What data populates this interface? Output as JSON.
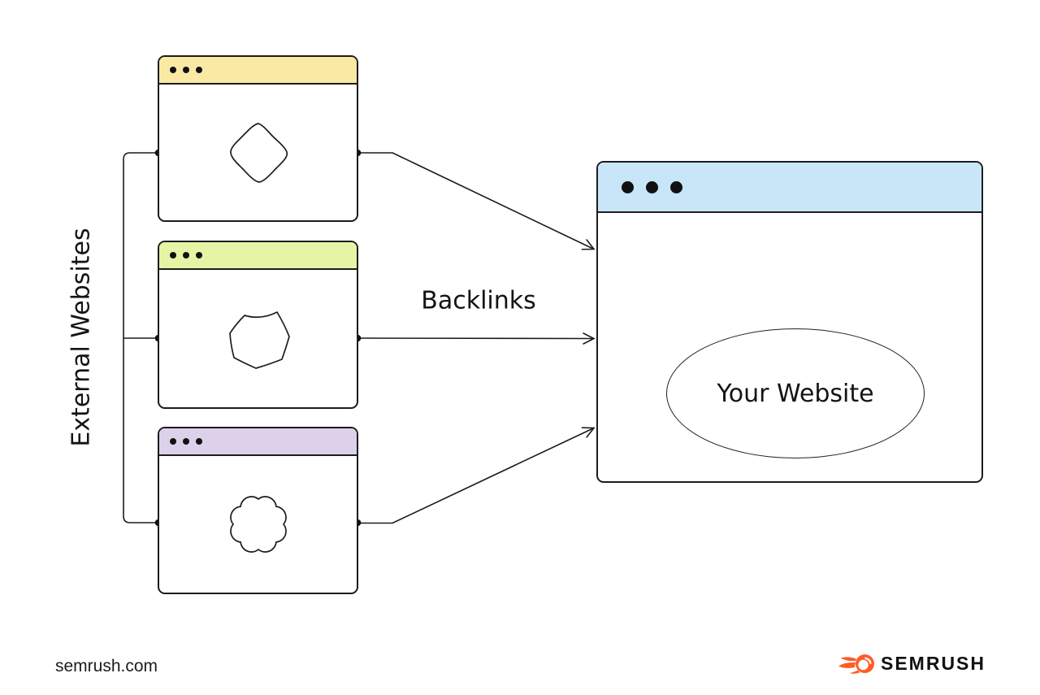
{
  "diagram": {
    "group_label": "External Websites",
    "arrow_label": "Backlinks",
    "target_site_label": "Your Website",
    "stroke_color": "#1c1c1e",
    "external_windows": [
      {
        "name": "external-website-1",
        "header_color": "#F8E9A4",
        "page_shape": "diamond-blob"
      },
      {
        "name": "external-website-2",
        "header_color": "#E4F6A6",
        "page_shape": "star-blob"
      },
      {
        "name": "external-website-3",
        "header_color": "#DCD0EA",
        "page_shape": "flower-blob"
      }
    ],
    "target_window": {
      "header_color": "#C9E5F8"
    }
  },
  "footer": {
    "source_text": "semrush.com",
    "brand_name": "SEMRUSH",
    "brand_orange": "#FF5C28",
    "brand_text_color": "#111111"
  }
}
